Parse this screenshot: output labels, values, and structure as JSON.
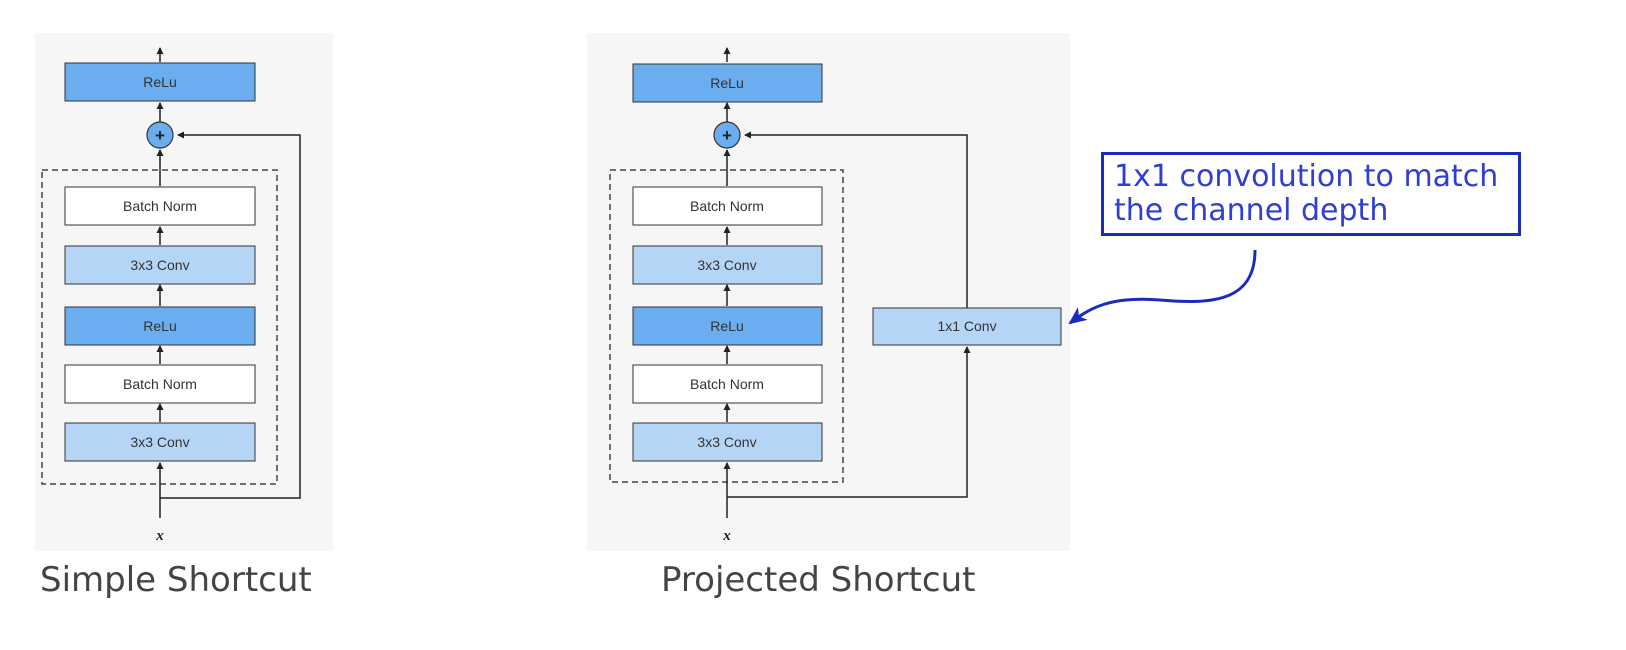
{
  "simple_shortcut": {
    "caption": "Simple Shortcut",
    "top_block": "ReLu",
    "blocks": [
      "Batch Norm",
      "3x3 Conv",
      "ReLu",
      "Batch Norm",
      "3x3 Conv"
    ],
    "add_symbol": "+",
    "input_label": "x"
  },
  "projected_shortcut": {
    "caption": "Projected Shortcut",
    "top_block": "ReLu",
    "blocks": [
      "Batch Norm",
      "3x3 Conv",
      "ReLu",
      "Batch Norm",
      "3x3 Conv"
    ],
    "add_symbol": "+",
    "input_label": "x",
    "projection_block": "1x1 Conv"
  },
  "annotation": {
    "line1": "1x1 convolution to match",
    "line2": "the channel depth"
  },
  "colors": {
    "relu": "#6aaef0",
    "conv": "#b5d5f7",
    "norm": "#ffffff",
    "add": "#6aaef0",
    "callout": "#1b2bbf"
  }
}
